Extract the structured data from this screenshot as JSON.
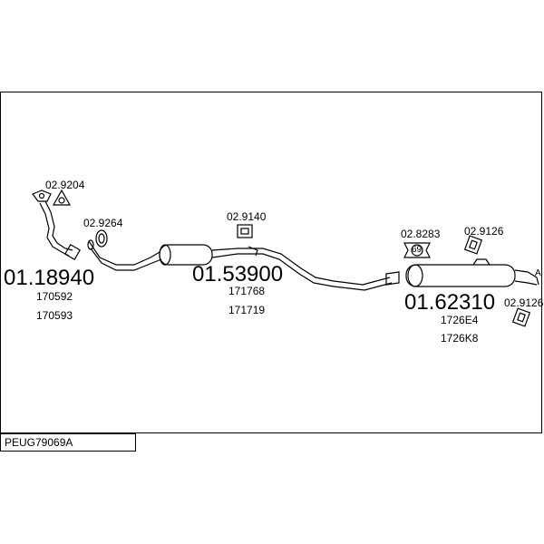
{
  "diagram": {
    "part_code": "PEUG79069A",
    "sections": [
      {
        "id": "front",
        "number": "01.18940",
        "refs": [
          "170592",
          "170593"
        ]
      },
      {
        "id": "middle",
        "number": "01.53900",
        "refs": [
          "171768",
          "171719"
        ]
      },
      {
        "id": "rear",
        "number": "01.62310",
        "refs": [
          "1726E4",
          "1726K8"
        ]
      }
    ],
    "accessories": [
      {
        "id": "gasket-front",
        "number": "02.9204"
      },
      {
        "id": "clamp-front",
        "number": "02.9264"
      },
      {
        "id": "hanger-middle",
        "number": "02.9140"
      },
      {
        "id": "hanger-rear-left",
        "number": "02.8283",
        "badge": "69"
      },
      {
        "id": "hanger-rear-top",
        "number": "02.9126"
      },
      {
        "id": "hanger-rear-bottom",
        "number": "02.9126"
      }
    ],
    "end_marker": "A"
  }
}
